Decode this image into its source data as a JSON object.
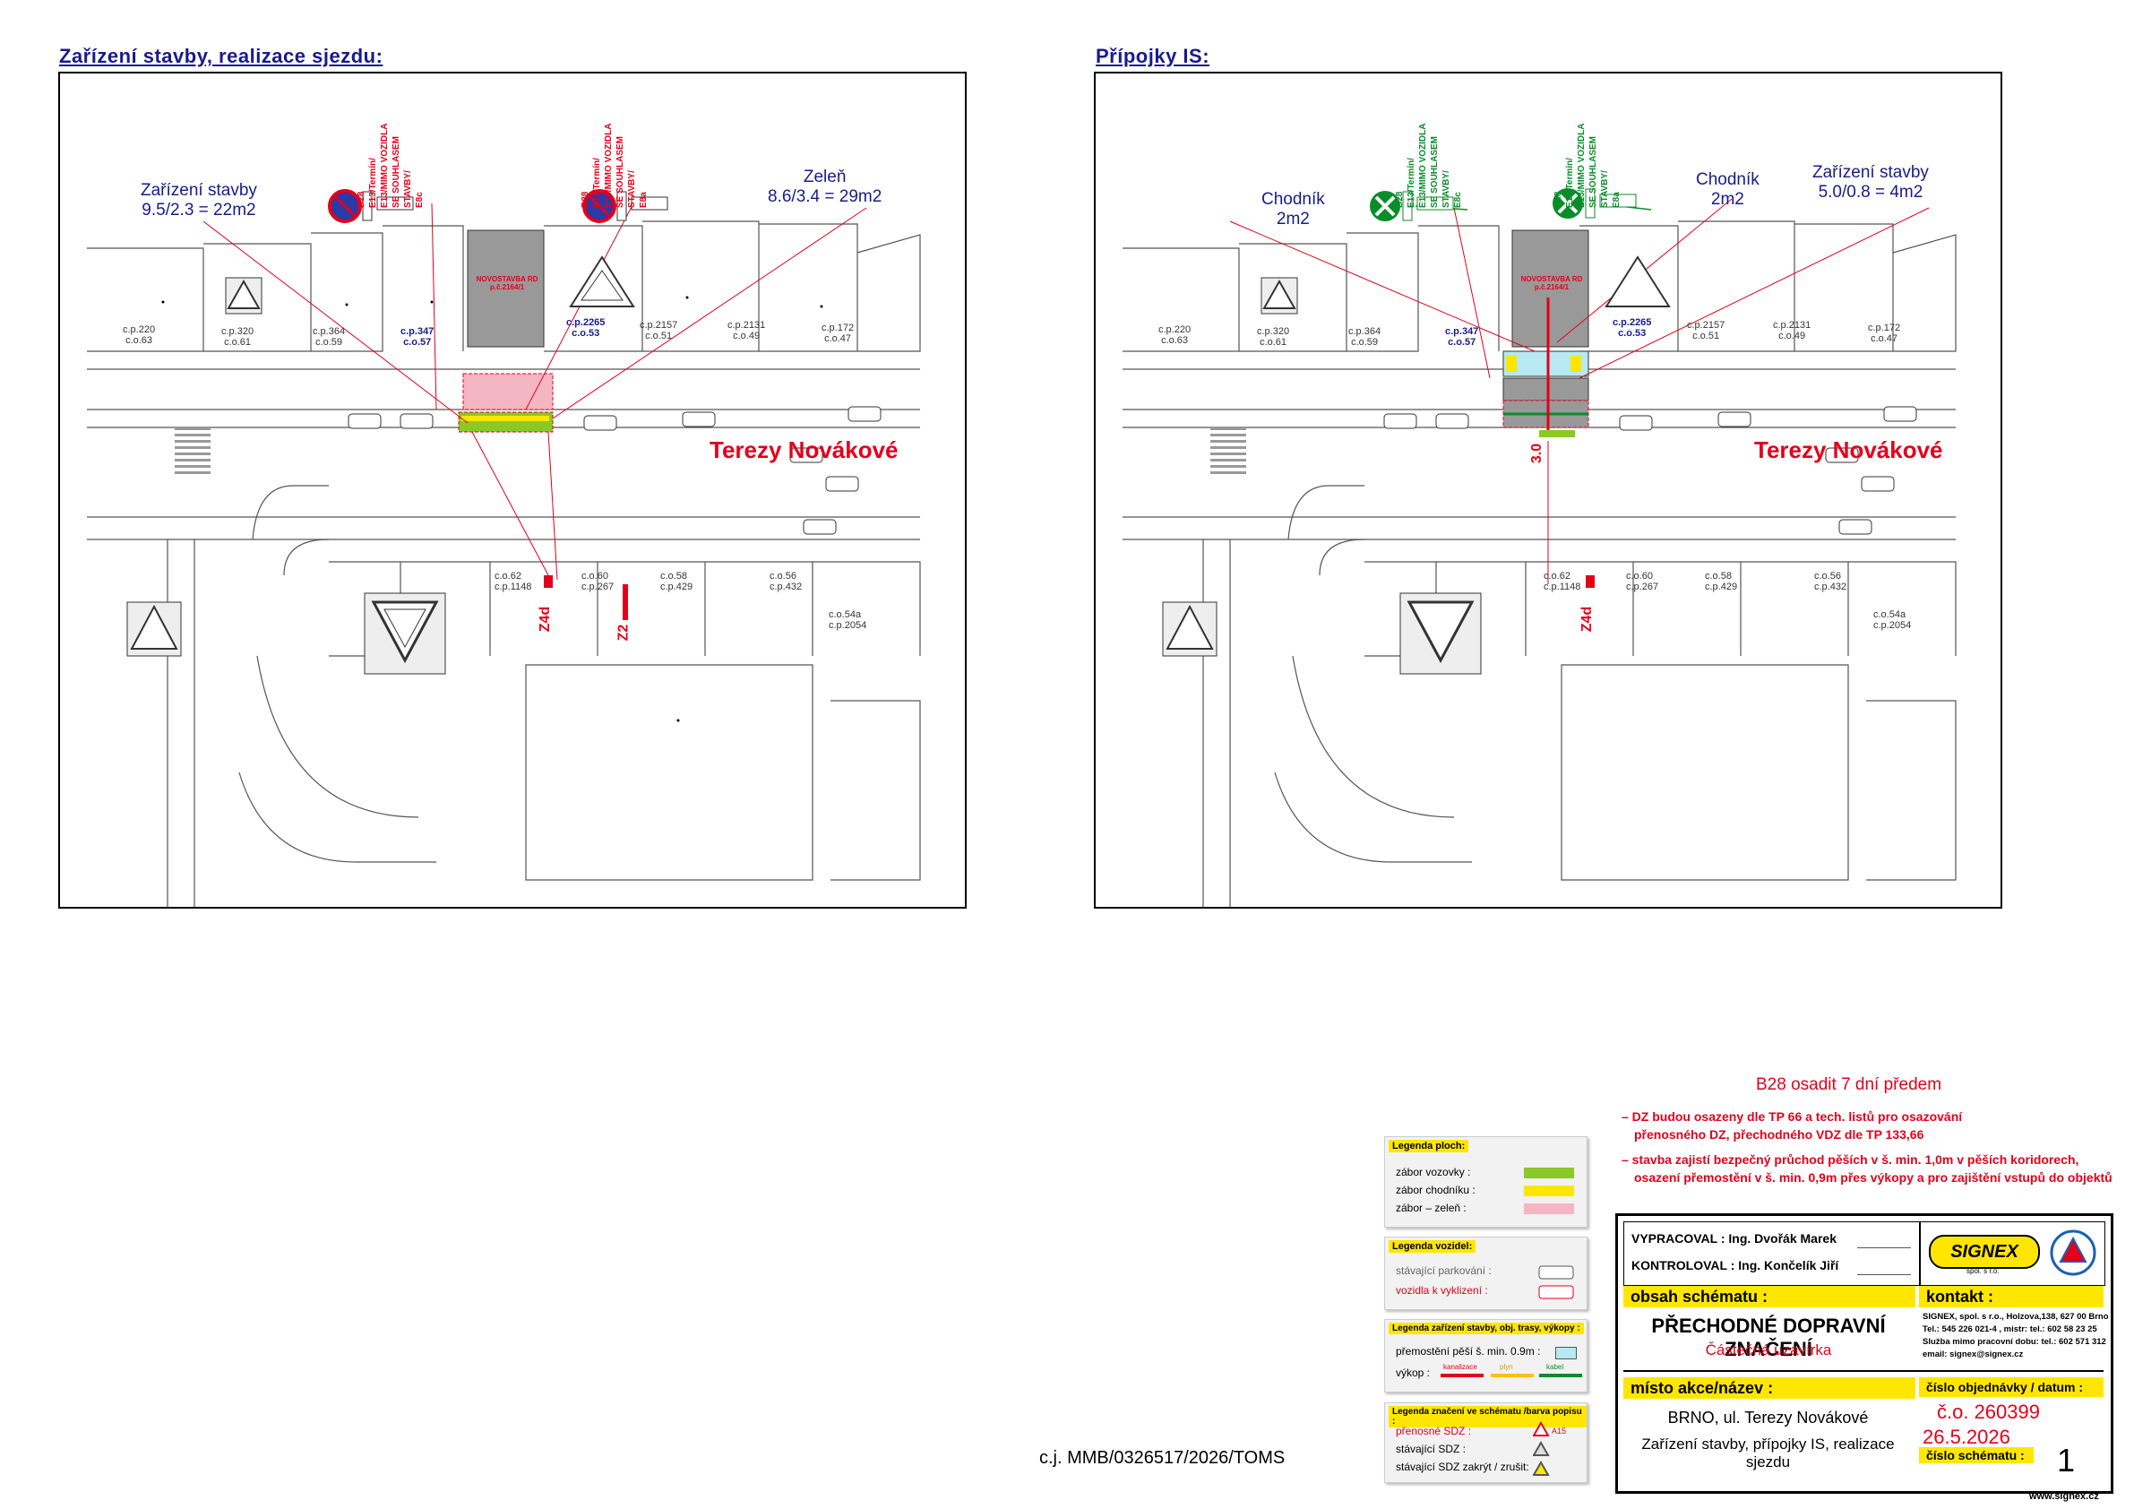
{
  "left_panel": {
    "heading": "Zařízení stavby, realizace sjezdu:",
    "callouts": {
      "zarizeni_title": "Zařízení stavby",
      "zarizeni_area": "9.5/2.3 = 22m2",
      "zelen_title": "Zeleň",
      "zelen_area": "8.6/3.4 = 29m2"
    },
    "sign_texts": {
      "left_sign": [
        "B28",
        "E13/Termín/",
        "E13/MIMO VOZIDLA",
        "SE SOUHLASEM",
        "STAVBY/",
        "E8c"
      ],
      "right_sign": [
        "B28",
        "E13/Termín/",
        "E13/MIMO VOZIDLA",
        "SE SOUHLASEM",
        "STAVBY/",
        "E8a"
      ]
    },
    "street_name": "Terezy Novákové",
    "novostavba": [
      "NOVOSTAVBA RD",
      "p.č.2164/1"
    ],
    "labels_z": [
      "Z4d",
      "Z2"
    ]
  },
  "right_panel": {
    "heading": "Přípojky IS:",
    "callouts": {
      "chodnik_left_title": "Chodník",
      "chodnik_left_area": "2m2",
      "chodnik_mid_title": "Chodník",
      "chodnik_mid_area": "2m2",
      "zarizeni_title": "Zařízení stavby",
      "zarizeni_area": "5.0/0.8 = 4m2"
    },
    "sign_texts": {
      "left_sign": [
        "B28",
        "E13/Termín/",
        "E13/MIMO VOZIDLA",
        "SE SOUHLASEM",
        "STAVBY/",
        "E8c"
      ],
      "right_sign": [
        "B28",
        "E13/Termín/",
        "E13/MIMO VOZIDLA",
        "SE SOUHLASEM",
        "STAVBY/",
        "E8a"
      ]
    },
    "street_name": "Terezy Novákové",
    "novostavba": [
      "NOVOSTAVBA RD",
      "p.č.2164/1"
    ],
    "label_z": "Z4d",
    "dimension": "3.0"
  },
  "map_labels": {
    "houses_top": [
      [
        "c.p.220",
        "c.o.63"
      ],
      [
        "c.p.320",
        "c.o.61"
      ],
      [
        "c.p.364",
        "c.o.59"
      ],
      [
        "c.p.347",
        "c.o.57"
      ],
      [
        "c.p.2265",
        "c.o.53"
      ],
      [
        "c.p.2157",
        "c.o.51"
      ],
      [
        "c.p.2131",
        "c.o.49"
      ],
      [
        "c.p.172",
        "c.o.47"
      ]
    ],
    "houses_bottom": [
      [
        "c.o.62",
        "c.p.1148"
      ],
      [
        "c.o.60",
        "c.p.267"
      ],
      [
        "c.o.58",
        "c.p.429"
      ],
      [
        "c.o.56",
        "c.p.432"
      ],
      [
        "c.o.54a",
        "c.p.2054"
      ]
    ]
  },
  "legend": {
    "areas": {
      "title": "Legenda ploch:",
      "rows": [
        "zábor vozovky :",
        "zábor chodníku :",
        "zábor – zeleň :"
      ],
      "colors": [
        "#8ac926",
        "#ffe600",
        "#f4b6c2"
      ]
    },
    "vehicles": {
      "title": "Legenda vozidel:",
      "rows": [
        "stávající parkování :",
        "vozidla k vyklizení :"
      ]
    },
    "works": {
      "title": "Legenda zařízení stavby, obj. trasy, výkopy :",
      "rows": [
        "přemostění pěší š. min. 0.9m :",
        "výkop :"
      ],
      "trench_labels": [
        "kanalizace",
        "plyn",
        "kabel"
      ]
    },
    "signs": {
      "title": "Legenda značení ve schématu /barva popisu :",
      "rows": [
        "přenosné SDZ :",
        "stávající SDZ :",
        "stávající SDZ zakrýt / zrušit:"
      ],
      "sign_tag": "A15"
    }
  },
  "reference": "c.j. MMB/0326517/2026/TOMS",
  "notes": {
    "headline": "B28 osadit 7 dní předem",
    "lines": [
      "– DZ budou osazeny dle TP 66 a tech. listů pro osazování",
      "přenosného DZ, přechodného VDZ dle TP 133,66",
      "– stavba zajistí bezpečný průchod pěších v š. min. 1,0m v pěších koridorech,",
      "osazení přemostění v š. min. 0,9m přes výkopy a pro zajištění vstupů do objektů"
    ]
  },
  "title_block": {
    "vypracoval_label": "VYPRACOVAL : Ing. Dvořák Marek",
    "kontroloval_label": "KONTROLOVAL : Ing. Končelík Jiří",
    "obsah_label": "obsah schématu :",
    "obsah_main": "PŘECHODNÉ DOPRAVNÍ ZNAČENÍ",
    "obsah_sub": "Částečná uzavírka",
    "kontakt_label": "kontakt :",
    "kontakt_lines": [
      "SIGNEX, spol. s r.o., Holzova,138, 627 00 Brno",
      "Tel.: 545 226 021-4 , mistr: tel.: 602 58 23 25",
      "Služba mimo pracovní dobu: tel.: 602 571 312",
      "email: signex@signex.cz"
    ],
    "misto_label": "místo akce/název :",
    "misto_line1": "BRNO, ul. Terezy Novákové",
    "misto_line2": "Zařízení stavby, přípojky IS, realizace sjezdu",
    "cislo_label": "číslo objednávky / datum :",
    "cislo_value": "č.o. 260399",
    "datum_value": "26.5.2026",
    "schema_label": "číslo schématu :",
    "schema_value": "1",
    "logo_text": "SIGNEX",
    "logo_sub": "spol. s r.o.",
    "website": "www.signex.cz"
  }
}
